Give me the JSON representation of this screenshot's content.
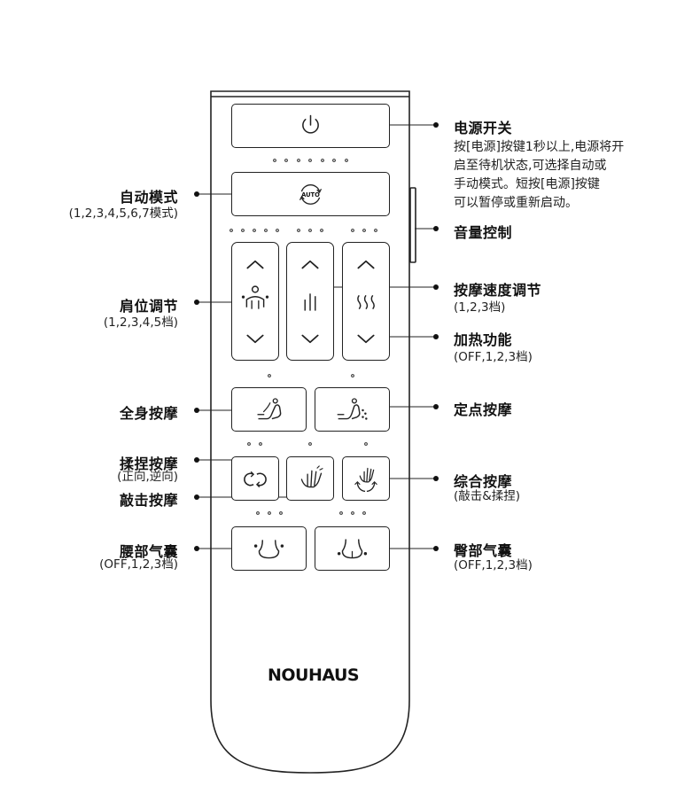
{
  "brand": "NOUHAUS",
  "icons": {
    "power": "power-icon",
    "auto": "auto-mode-icon",
    "shoulder": "shoulder-position-icon",
    "speed": "massage-speed-icon",
    "heat": "heat-icon",
    "full_body": "full-body-massage-icon",
    "point": "point-massage-icon",
    "knead": "knead-rotate-icon",
    "tap": "tap-hand-icon",
    "combo": "combo-hand-icon",
    "lumbar": "lumbar-airbag-icon",
    "hip": "hip-airbag-icon"
  },
  "auto_button_text": "AUTO",
  "labels": {
    "power": {
      "title": "电源开关",
      "desc": [
        "按[电源]按键1秒以上,电源将开",
        "启至待机状态,可选择自动或",
        "手动模式。短按[电源]按键",
        "可以暂停或重新启动。"
      ]
    },
    "auto": {
      "title": "自动模式",
      "sub": "(1,2,3,4,5,6,7模式)"
    },
    "volume": {
      "title": "音量控制"
    },
    "speed": {
      "title": "按摩速度调节",
      "sub": "(1,2,3档)"
    },
    "shoulder": {
      "title": "肩位调节",
      "sub": "(1,2,3,4,5档)"
    },
    "heat": {
      "title": "加热功能",
      "sub": "(OFF,1,2,3档)"
    },
    "full_body": {
      "title": "全身按摩"
    },
    "point": {
      "title": "定点按摩"
    },
    "knead": {
      "title": "揉捏按摩",
      "sub": "(正向,逆向)"
    },
    "tap": {
      "title": "敲击按摩"
    },
    "combo": {
      "title": "综合按摩",
      "sub": "(敲击&揉捏)"
    },
    "lumbar": {
      "title": "腰部气囊",
      "sub": "(OFF,1,2,3档)"
    },
    "hip": {
      "title": "臀部气囊",
      "sub": "(OFF,1,2,3档)"
    }
  }
}
